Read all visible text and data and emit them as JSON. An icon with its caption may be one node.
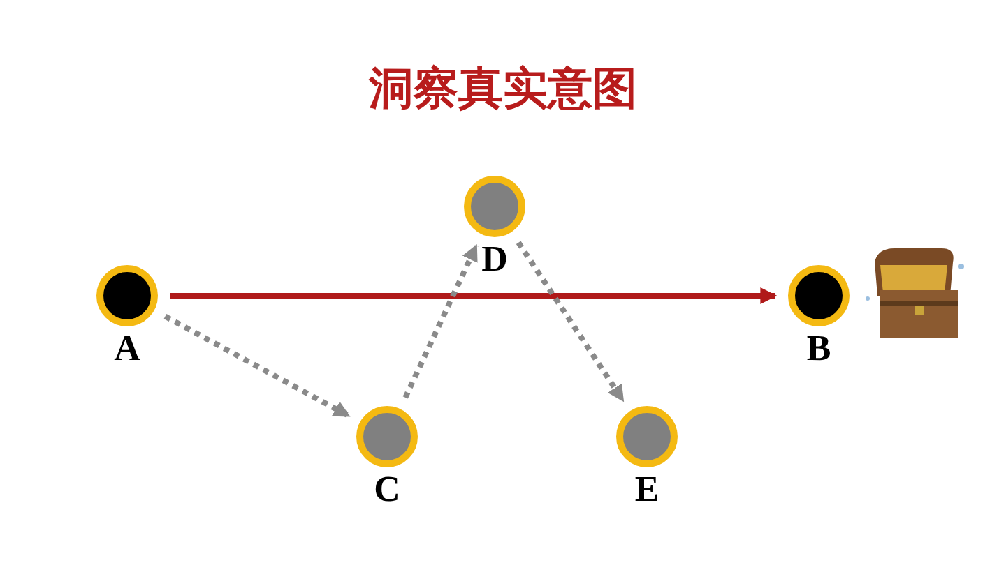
{
  "diagram": {
    "title": "洞察真实意图",
    "nodes": [
      {
        "text": [
          "D"
        ]
      },
      {
        "text": [
          "A"
        ]
      },
      {
        "text": [
          "B"
        ]
      },
      {
        "text": [
          "C"
        ]
      },
      {
        "text": [
          "E"
        ]
      }
    ],
    "edges": [
      {
        "from": 1,
        "to": 2,
        "arrow": "to",
        "color": "#b01a1a"
      },
      {
        "from": 1,
        "to": 3,
        "arrow": "to",
        "style": "dashed"
      },
      {
        "from": 3,
        "to": 0,
        "arrow": "to",
        "style": "dashed"
      },
      {
        "from": 0,
        "to": 4,
        "arrow": "to",
        "style": "dashed"
      }
    ]
  }
}
